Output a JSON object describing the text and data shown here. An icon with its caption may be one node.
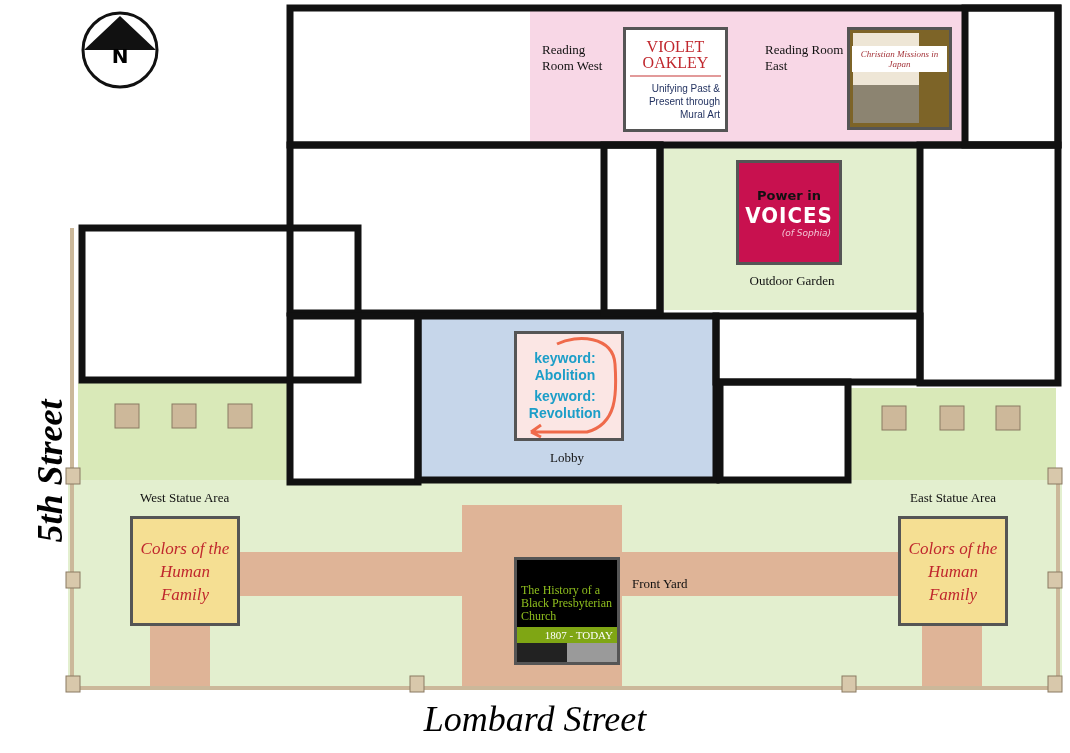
{
  "diagram": {
    "nodes": [
      {
        "text": [
          "Reading Room West",
          "Reading Room East"
        ]
      },
      {
        "text": [
          "VIOLET OAKLEY",
          "Unifying Past & Present through Mural Art"
        ],
        "in": 0
      },
      {
        "text": [
          "Christian Missions in Japan"
        ],
        "in": 0
      },
      {
        "text": [
          "Outdoor Garden"
        ]
      },
      {
        "text": [
          "Power in",
          "VOICES",
          "(of Sophia)"
        ],
        "in": 3
      },
      {
        "text": [
          "Lobby"
        ]
      },
      {
        "text": [
          "keyword: Abolition",
          "keyword: Revolution"
        ],
        "in": 5
      },
      {
        "text": [
          "West Statue Area",
          "Front Yard",
          "East Statue Area"
        ]
      },
      {
        "text": [
          "Colors of the Human Family"
        ],
        "in": 7
      },
      {
        "text": [
          "The History of a Black Presbyterian Church",
          "1807 - TODAY"
        ],
        "in": 7
      },
      {
        "text": [
          "Colors of the Human Family"
        ],
        "in": 7
      }
    ],
    "labels": [
      "N",
      "5th Street",
      "Lombard Street"
    ]
  }
}
